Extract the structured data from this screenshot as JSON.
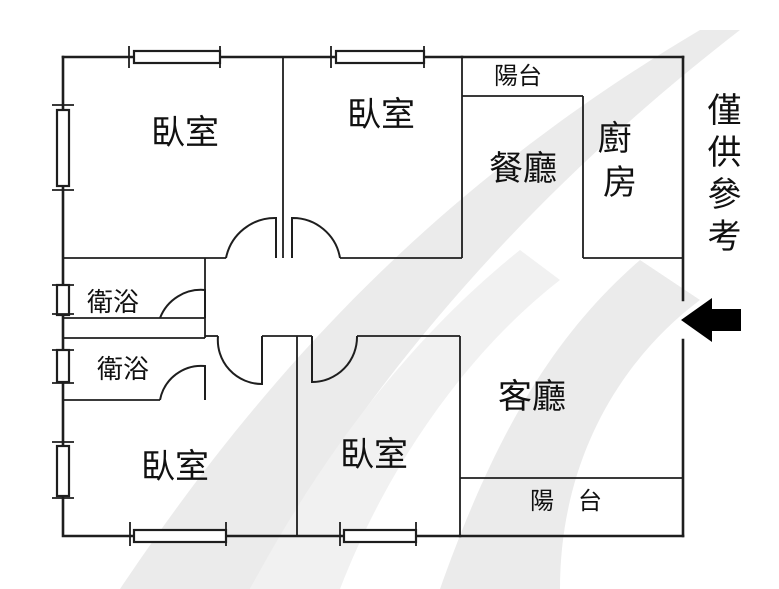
{
  "rooms": {
    "bedroom_nw": "臥室",
    "bedroom_n": "臥室",
    "balcony_n": "陽台",
    "dining": "餐廳",
    "kitchen": "廚房",
    "bath_1": "衛浴",
    "bath_2": "衛浴",
    "living": "客廳",
    "bedroom_sw": "臥室",
    "bedroom_s": "臥室",
    "balcony_s": "陽　台"
  },
  "note": "僅供參考",
  "entrance_icon": "arrow-left-icon",
  "colors": {
    "line": "#1e1e1e",
    "watermark": "#e9e9e9",
    "arrow": "#000000"
  }
}
